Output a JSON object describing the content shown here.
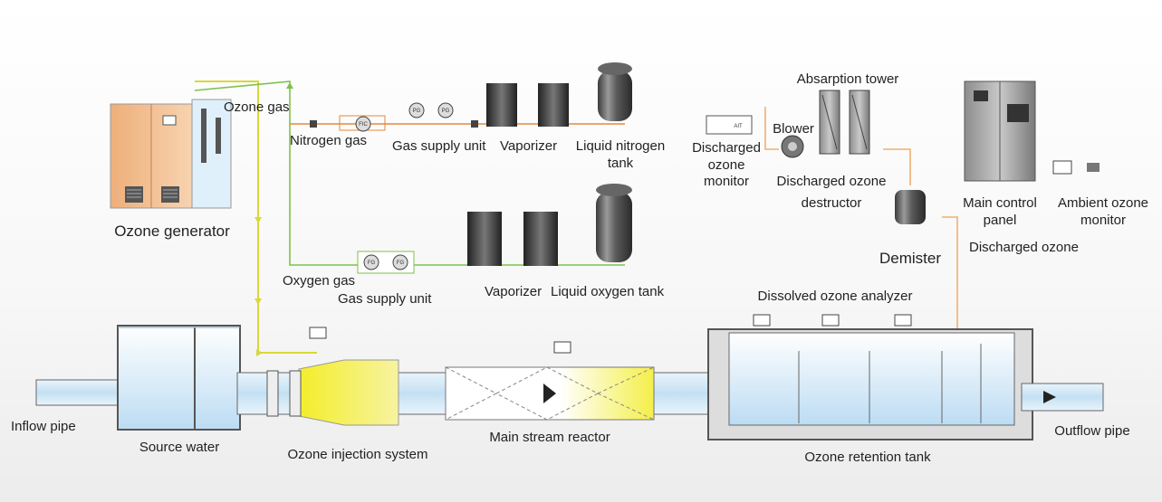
{
  "labels": {
    "ozone_gas": "Ozone gas",
    "nitrogen_gas": "Nitrogen gas",
    "gas_supply_unit_n2": "Gas supply unit",
    "vaporizer_n2": "Vaporizer",
    "liquid_nitrogen_tank_1": "Liquid nitrogen",
    "liquid_nitrogen_tank_2": "tank",
    "ozone_generator": "Ozone generator",
    "oxygen_gas": "Oxygen gas",
    "gas_supply_unit_o2": "Gas supply unit",
    "vaporizer_o2": "Vaporizer",
    "liquid_oxygen_tank": "Liquid oxygen tank",
    "absorption_tower": "Absarption tower",
    "blower": "Blower",
    "discharged_ozone_monitor_1": "Discharged",
    "discharged_ozone_monitor_2": "ozone",
    "discharged_ozone_monitor_3": "monitor",
    "discharged_ozone_destructor_1": "Discharged ozone",
    "discharged_ozone_destructor_2": "destructor",
    "demister": "Demister",
    "main_control_panel_1": "Main control",
    "main_control_panel_2": "panel",
    "ambient_ozone_monitor_1": "Ambient ozone",
    "ambient_ozone_monitor_2": "monitor",
    "discharged_ozone": "Discharged ozone",
    "dissolved_ozone_analyzer": "Dissolved ozone analyzer",
    "inflow_pipe": "Inflow pipe",
    "source_water": "Source water",
    "ozone_injection_system": "Ozone injection system",
    "main_stream_reactor": "Main stream reactor",
    "ozone_retention_tank": "Ozone retention tank",
    "outflow_pipe": "Outflow pipe"
  },
  "gauges": {
    "fic": "FIC",
    "pg": "PG",
    "fg": "FG",
    "ait": "AIT"
  },
  "colors": {
    "ozone_line": "#d8d83a",
    "oxygen_line": "#7cc24a",
    "nitrogen_line": "#e8883a",
    "discharge_line": "#f0b070",
    "water": "#cfe6f6",
    "generator_orange": "#f1b98a",
    "injection_yellow": "#f2ee3a"
  }
}
